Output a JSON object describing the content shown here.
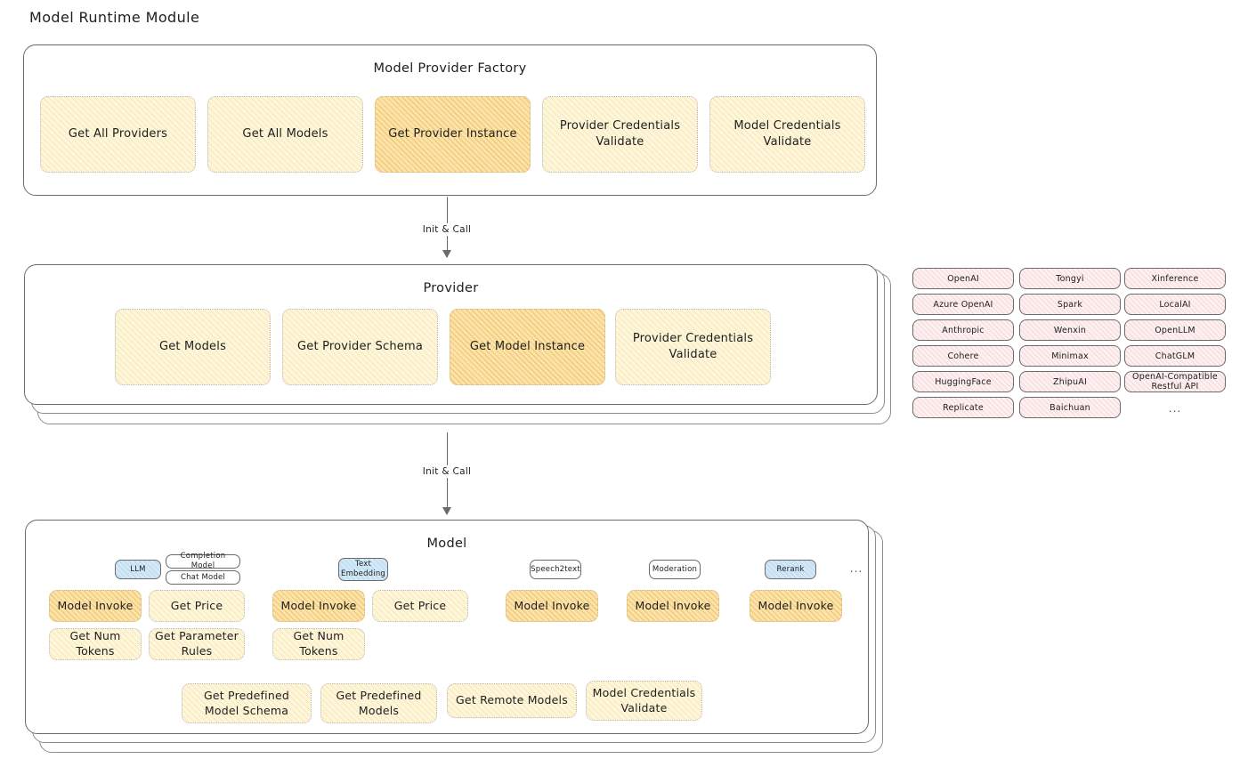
{
  "title": "Model Runtime Module",
  "factory": {
    "title": "Model Provider Factory",
    "boxes": [
      {
        "label": "Get All Providers",
        "highlight": false
      },
      {
        "label": "Get All Models",
        "highlight": false
      },
      {
        "label": "Get Provider Instance",
        "highlight": true
      },
      {
        "label": "Provider Credentials Validate",
        "highlight": false
      },
      {
        "label": "Model Credentials Validate",
        "highlight": false
      }
    ]
  },
  "arrows": [
    {
      "label": "Init & Call"
    },
    {
      "label": "Init & Call"
    }
  ],
  "provider": {
    "title": "Provider",
    "boxes": [
      {
        "label": "Get Models",
        "highlight": false
      },
      {
        "label": "Get Provider Schema",
        "highlight": false
      },
      {
        "label": "Get Model Instance",
        "highlight": true
      },
      {
        "label": "Provider Credentials Validate",
        "highlight": false
      }
    ]
  },
  "provider_list": {
    "columns": [
      {
        "items": [
          "OpenAI",
          "Azure OpenAI",
          "Anthropic",
          "Cohere",
          "HuggingFace",
          "Replicate"
        ],
        "ellipsis": false
      },
      {
        "items": [
          "Tongyi",
          "Spark",
          "Wenxin",
          "Minimax",
          "ZhipuAI",
          "Baichuan"
        ],
        "ellipsis": false
      },
      {
        "items": [
          "Xinference",
          "LocalAI",
          "OpenLLM",
          "ChatGLM",
          "OpenAI-Compatible Restful API"
        ],
        "ellipsis": true
      }
    ],
    "ellipsis_glyph": "..."
  },
  "model": {
    "title": "Model",
    "trailing_ellipsis": "...",
    "types": [
      {
        "name": "LLM",
        "badge_style": "blue",
        "sub_badges": [
          "Completion Model",
          "Chat Model"
        ],
        "methods": [
          {
            "label": "Model Invoke",
            "highlight": true
          },
          {
            "label": "Get Price",
            "highlight": false
          },
          {
            "label": "Get Num Tokens",
            "highlight": false
          },
          {
            "label": "Get Parameter Rules",
            "highlight": false
          }
        ]
      },
      {
        "name": "Text Embedding",
        "badge_style": "blue",
        "sub_badges": [],
        "methods": [
          {
            "label": "Model Invoke",
            "highlight": true
          },
          {
            "label": "Get Price",
            "highlight": false
          },
          {
            "label": "Get Num Tokens",
            "highlight": false
          }
        ]
      },
      {
        "name": "Speech2text",
        "badge_style": "white",
        "sub_badges": [],
        "methods": [
          {
            "label": "Model Invoke",
            "highlight": true
          }
        ]
      },
      {
        "name": "Moderation",
        "badge_style": "white",
        "sub_badges": [],
        "methods": [
          {
            "label": "Model Invoke",
            "highlight": true
          }
        ]
      },
      {
        "name": "Rerank",
        "badge_style": "blue",
        "sub_badges": [],
        "methods": [
          {
            "label": "Model Invoke",
            "highlight": true
          }
        ]
      }
    ],
    "shared_methods": [
      {
        "label": "Get Predefined Model Schema"
      },
      {
        "label": "Get Predefined Models"
      },
      {
        "label": "Get Remote Models"
      },
      {
        "label": "Model Credentials Validate"
      }
    ]
  }
}
